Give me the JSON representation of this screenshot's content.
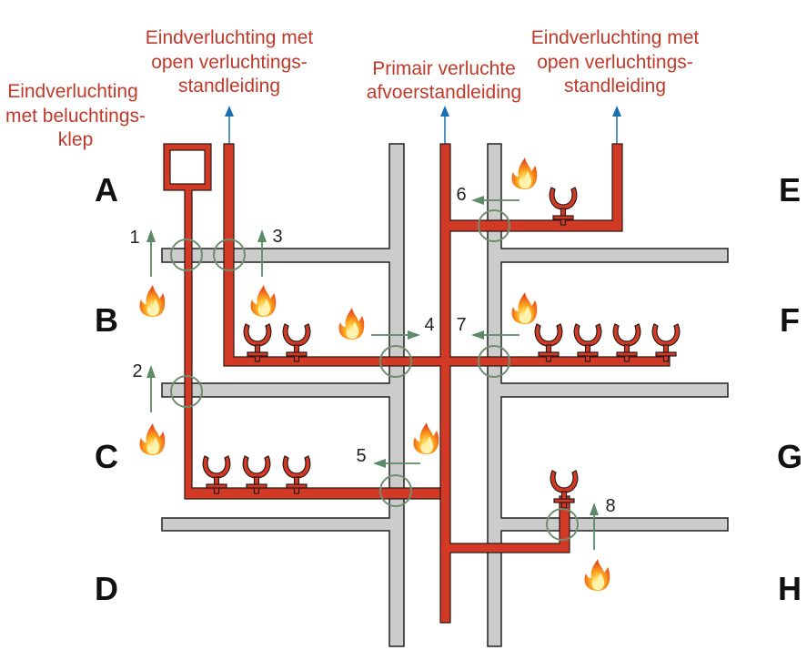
{
  "labels": {
    "top_left": [
      "Eindverluchting",
      "met beluchtings-",
      "klep"
    ],
    "top_second": [
      "Eindverluchting met",
      "open verluchtings-",
      "standleiding"
    ],
    "top_center": [
      "Primair verluchte",
      "afvoerstandleiding"
    ],
    "top_right": [
      "Eindverluchting met",
      "open verluchtings-",
      "standleiding"
    ]
  },
  "zones_left": [
    "A",
    "B",
    "C",
    "D"
  ],
  "zones_right": [
    "E",
    "F",
    "G",
    "H"
  ],
  "fire_paths": [
    "1",
    "2",
    "3",
    "4",
    "5",
    "6",
    "7",
    "8"
  ],
  "icons": {
    "fire": "fire-icon",
    "fixture": "sanitary-fixture-icon",
    "fire_sleeve": "fire-collar-ring-icon",
    "vent_arrow": "vent-up-arrow-icon"
  },
  "colors": {
    "pipe": "#d23a25",
    "wall": "#cccccc",
    "label": "#c0392b",
    "ring": "#6f8d6f",
    "vent": "#1b6fae"
  }
}
